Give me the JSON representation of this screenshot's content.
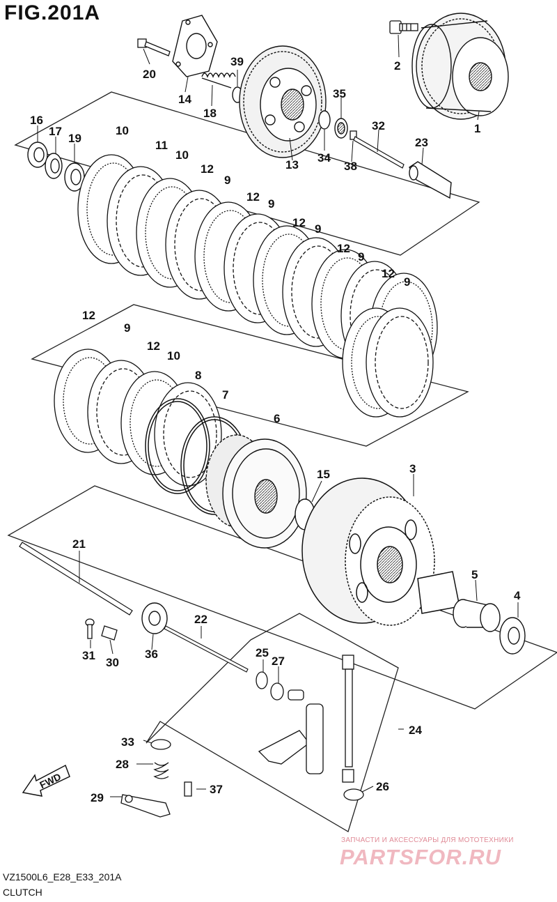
{
  "figure": {
    "title": "FIG.201A",
    "model_code": "VZ1500L6_E28_E33_201A",
    "section": "CLUTCH"
  },
  "fwd_label": "FWD",
  "watermark": {
    "tagline": "ЗАПЧАСТИ И АКСЕССУАРЫ ДЛЯ МОТОТЕХНИКИ",
    "brand": "PARTSFOR.RU"
  },
  "callouts": {
    "c1": "1",
    "c2": "2",
    "c3": "3",
    "c4": "4",
    "c5": "5",
    "c6": "6",
    "c7": "7",
    "c8": "8",
    "c9a": "9",
    "c9b": "9",
    "c9c": "9",
    "c9d": "9",
    "c9e": "9",
    "c9f": "9",
    "c10a": "10",
    "c10b": "10",
    "c10c": "10",
    "c11": "11",
    "c12a": "12",
    "c12b": "12",
    "c12c": "12",
    "c12d": "12",
    "c12e": "12",
    "c12f": "12",
    "c12g": "12",
    "c13": "13",
    "c14": "14",
    "c15": "15",
    "c16": "16",
    "c17": "17",
    "c18": "18",
    "c19": "19",
    "c20": "20",
    "c21": "21",
    "c22": "22",
    "c23": "23",
    "c24": "24",
    "c25": "25",
    "c26": "26",
    "c27": "27",
    "c28": "28",
    "c29": "29",
    "c30": "30",
    "c31": "31",
    "c32": "32",
    "c33": "33",
    "c34": "34",
    "c35": "35",
    "c36": "36",
    "c37": "37",
    "c38": "38",
    "c39": "39"
  }
}
